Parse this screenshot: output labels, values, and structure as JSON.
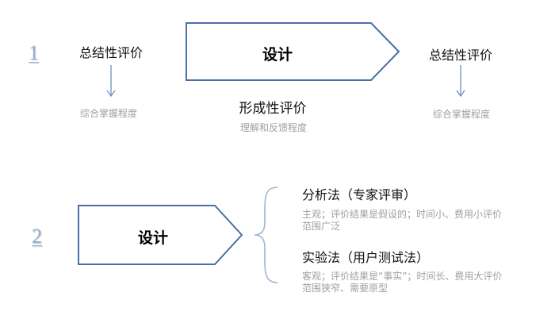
{
  "row1": {
    "number": "1",
    "left_title": "总结性评价",
    "left_sub": "综合掌握程度",
    "design_label": "设计",
    "middle_title": "形成性评价",
    "middle_sub": "理解和反馈程度",
    "right_title": "总结性评价",
    "right_sub": "综合掌握程度"
  },
  "row2": {
    "number": "2",
    "design_label": "设计",
    "methods": [
      {
        "title": "分析法（专家评审）",
        "desc": "主观；评价结果是假设的；时间小、费用小评价范围广泛"
      },
      {
        "title": "实验法（用户测试法）",
        "desc": "客观；评价结果是“事实”；时间长、费用大评价范围狭窄、需要原型"
      }
    ]
  },
  "colors": {
    "shape_stroke": "#4a6fa5",
    "arrow": "#6d8fc0",
    "number": "#9ab0cf",
    "subtext": "#a0a0a0",
    "brace": "#9fb6d6"
  }
}
